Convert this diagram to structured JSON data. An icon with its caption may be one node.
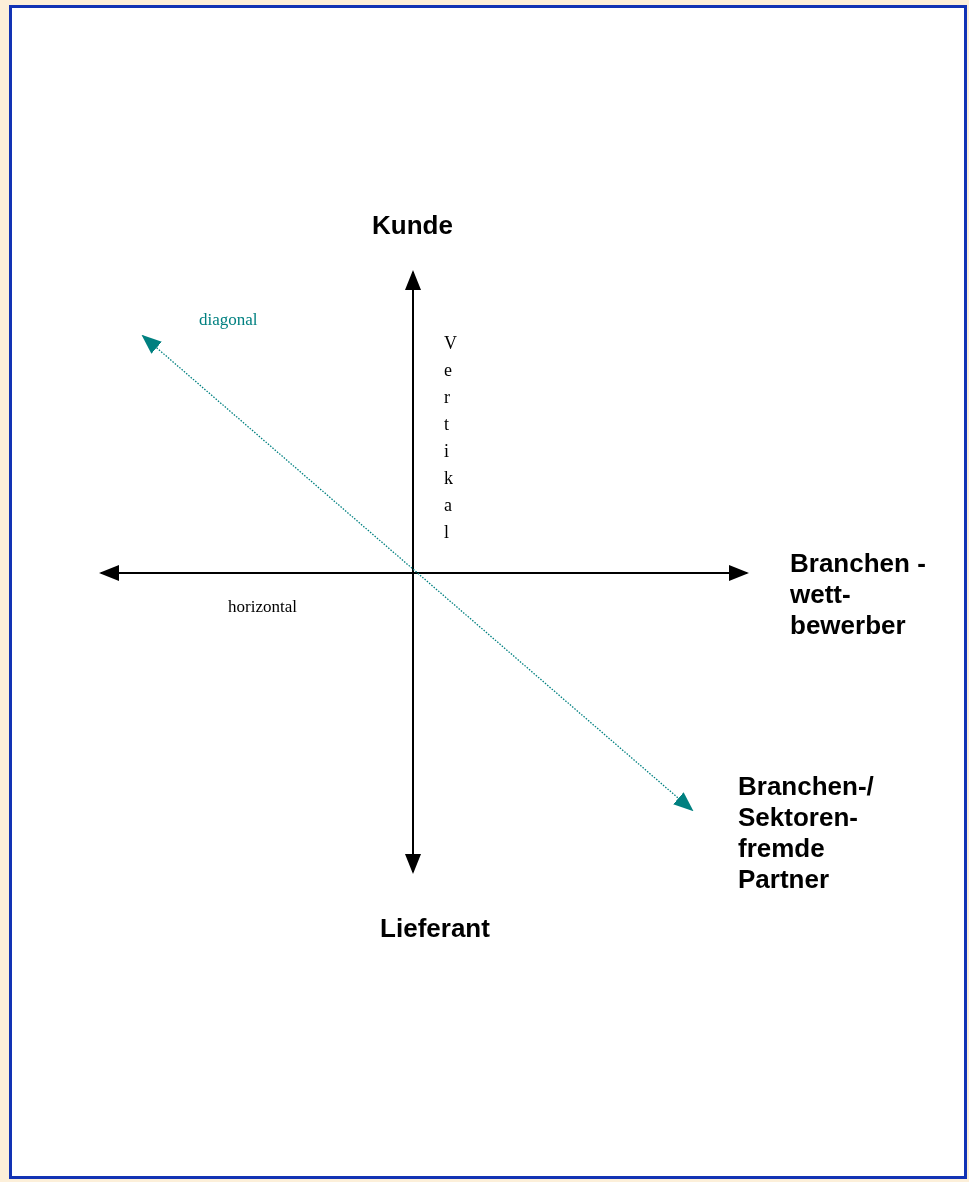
{
  "diagram": {
    "nodes": [
      {
        "text": [
          "Kunde"
        ]
      },
      {
        "text": [
          "Lieferant"
        ]
      },
      {
        "text": [
          "Branchen -wett- bewerber"
        ]
      },
      {
        "text": [
          "Branchen-/ Sektoren- fremde Partner"
        ]
      }
    ],
    "edges": [
      {
        "from": 0,
        "to": 1,
        "arrow": "both",
        "label": "Vertikal"
      },
      {
        "from": null,
        "to": 2,
        "arrow": "both",
        "label": "horizontal"
      },
      {
        "from": null,
        "to": 3,
        "arrow": "both",
        "label": "diagonal",
        "style": "dashed",
        "color": "#008080"
      }
    ]
  }
}
